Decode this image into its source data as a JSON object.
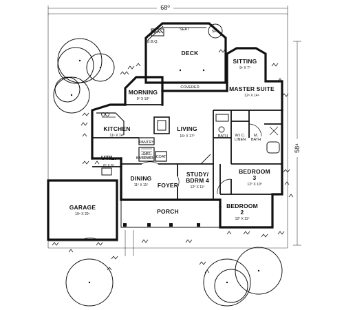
{
  "dimensions": {
    "width_label": "68⁰",
    "depth_label": "58⁴"
  },
  "rooms": {
    "deck": {
      "name": "DECK",
      "note": "COVERED"
    },
    "seat": "SEAT",
    "spa": "SPA",
    "bbq": "B.B.Q.",
    "sitting": {
      "name": "SITTING",
      "size": "9⁸ X 7⁰"
    },
    "master_suite": {
      "name": "MASTER SUITE",
      "size": "12⁶ X 14⁸"
    },
    "morning": {
      "name": "MORNING",
      "size": "9⁰ X 10⁰"
    },
    "kitchen": {
      "name": "KITCHEN",
      "size": "11⁶ X 14⁰"
    },
    "living": {
      "name": "LIVING",
      "size": "16⁸ X 17⁰"
    },
    "bath": "BATH",
    "wic": {
      "line1": "W.I.C.",
      "line2": "LINEN"
    },
    "m_bath": {
      "line1": "M.",
      "line2": "BATH"
    },
    "pantry": "PANTRY",
    "opt_basement": {
      "line1": "OPT",
      "line2": "BASEMENT"
    },
    "coat": "COAT",
    "util": {
      "name": "UTIL.",
      "size": "8⁰ X 8⁰"
    },
    "study": {
      "line1": "STUDY/",
      "line2": "BDRM 4",
      "size": "12⁰ X 11⁰"
    },
    "bedroom3": {
      "line1": "BEDROOM",
      "line2": "3",
      "size": "12⁰ X 10⁰"
    },
    "dining": {
      "name": "DINING",
      "size": "11⁰ X 11⁰"
    },
    "foyer": "FOYER",
    "garage": {
      "name": "GARAGE",
      "size": "19⁶ X 20⁴"
    },
    "porch": "PORCH",
    "bedroom2": {
      "line1": "BEDROOM",
      "line2": "2",
      "size": "12⁰ X 11⁰"
    }
  }
}
